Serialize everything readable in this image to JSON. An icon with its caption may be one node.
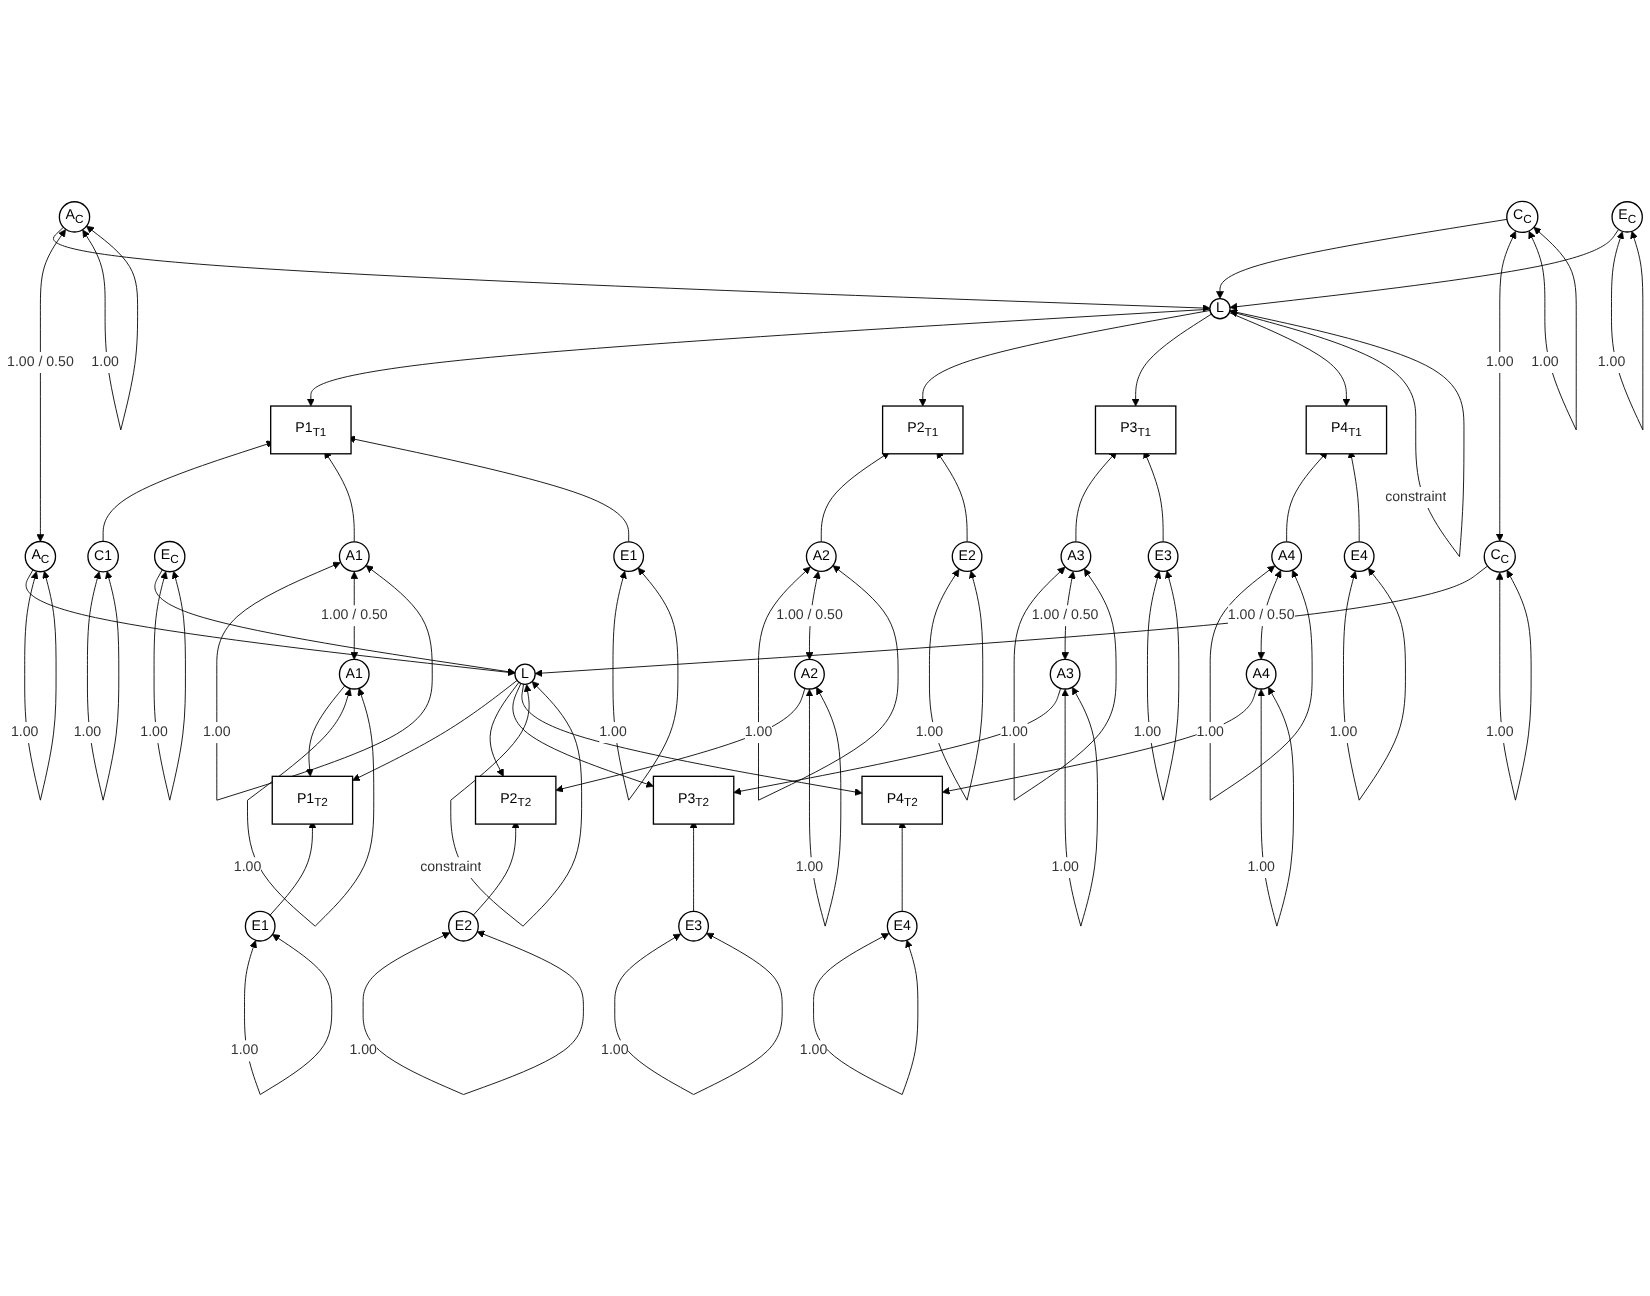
{
  "diagram": {
    "nodes": [
      {
        "text": [
          "A$_{C}$"
        ]
      },
      {
        "text": [
          "C$_{C}$"
        ]
      },
      {
        "text": [
          "E$_{C}$"
        ]
      },
      {
        "text": [
          "A$_{C}$"
        ]
      },
      {
        "text": [
          "C$_{C}$"
        ]
      },
      {
        "text": [
          "E$_{C}$"
        ]
      },
      {
        "text": [
          "L"
        ]
      },
      {
        "text": [
          "L"
        ]
      },
      {
        "text": [
          "P1$_{T1}$"
        ]
      },
      {
        "text": [
          "P2$_{T1}$"
        ]
      },
      {
        "text": [
          "P3$_{T1}$"
        ]
      },
      {
        "text": [
          "P4$_{T1}$"
        ]
      },
      {
        "text": [
          "P1$_{T2}$"
        ]
      },
      {
        "text": [
          "P2$_{T2}$"
        ]
      },
      {
        "text": [
          "P3$_{T2}$"
        ]
      },
      {
        "text": [
          "P4$_{T2}$"
        ]
      },
      {
        "text": [
          "E1"
        ]
      },
      {
        "text": [
          "E2"
        ]
      },
      {
        "text": [
          "E3"
        ]
      },
      {
        "text": [
          "E4"
        ]
      },
      {
        "text": [
          "E1"
        ]
      },
      {
        "text": [
          "E2"
        ]
      },
      {
        "text": [
          "E3"
        ]
      },
      {
        "text": [
          "E4"
        ]
      },
      {
        "text": [
          "C1"
        ]
      },
      {
        "text": [
          "A1"
        ]
      },
      {
        "text": [
          "A2"
        ]
      },
      {
        "text": [
          "A3"
        ]
      },
      {
        "text": [
          "A4"
        ]
      },
      {
        "text": [
          "A1"
        ]
      },
      {
        "text": [
          "A2"
        ]
      },
      {
        "text": [
          "A3"
        ]
      },
      {
        "text": [
          "A4"
        ]
      }
    ],
    "edges": [
      {
        "from": 0,
        "to": 6,
        "arrow": "to"
      },
      {
        "from": 1,
        "to": 6,
        "arrow": "to"
      },
      {
        "from": 2,
        "to": 6,
        "arrow": "to"
      },
      {
        "from": 3,
        "to": 7,
        "arrow": "to"
      },
      {
        "from": 4,
        "to": 7,
        "arrow": "to"
      },
      {
        "from": 5,
        "to": 7,
        "arrow": "to"
      },
      {
        "from": 6,
        "to": 8,
        "arrow": "to"
      },
      {
        "from": 6,
        "to": 9,
        "arrow": "to"
      },
      {
        "from": 6,
        "to": 10,
        "arrow": "to"
      },
      {
        "from": 6,
        "to": 11,
        "arrow": "to"
      },
      {
        "from": 7,
        "to": 12,
        "arrow": "to"
      },
      {
        "from": 7,
        "to": 13,
        "arrow": "to"
      },
      {
        "from": 7,
        "to": 14,
        "arrow": "to"
      },
      {
        "from": 7,
        "to": 15,
        "arrow": "to"
      },
      {
        "from": 24,
        "to": 8,
        "arrow": "to"
      },
      {
        "from": 25,
        "to": 8,
        "arrow": "to"
      },
      {
        "from": 16,
        "to": 8,
        "arrow": "to"
      },
      {
        "from": 26,
        "to": 9,
        "arrow": "to"
      },
      {
        "from": 17,
        "to": 9,
        "arrow": "to"
      },
      {
        "from": 27,
        "to": 10,
        "arrow": "to"
      },
      {
        "from": 18,
        "to": 10,
        "arrow": "to"
      },
      {
        "from": 28,
        "to": 11,
        "arrow": "to"
      },
      {
        "from": 19,
        "to": 11,
        "arrow": "to"
      },
      {
        "from": 29,
        "to": 12,
        "arrow": "to"
      },
      {
        "from": 20,
        "to": 12,
        "arrow": "to"
      },
      {
        "from": 30,
        "to": 13,
        "arrow": "to"
      },
      {
        "from": 21,
        "to": 13,
        "arrow": "to"
      },
      {
        "from": 31,
        "to": 14,
        "arrow": "to"
      },
      {
        "from": 22,
        "to": 14,
        "arrow": "to"
      },
      {
        "from": 32,
        "to": 15,
        "arrow": "to"
      },
      {
        "from": 23,
        "to": 15,
        "arrow": "to"
      },
      {
        "from": 0,
        "to": 3,
        "arrow": "both",
        "label": "1.00 / 0.50"
      },
      {
        "from": 1,
        "to": 4,
        "arrow": "both",
        "label": "1.00"
      },
      {
        "from": 0,
        "to": 0,
        "arrow": "both",
        "label": "1.00"
      },
      {
        "from": 1,
        "to": 1,
        "arrow": "both",
        "label": "1.00"
      },
      {
        "from": 2,
        "to": 2,
        "arrow": "both",
        "label": "1.00"
      },
      {
        "from": 3,
        "to": 3,
        "arrow": "both",
        "label": "1.00"
      },
      {
        "from": 4,
        "to": 4,
        "arrow": "both",
        "label": "1.00"
      },
      {
        "from": 5,
        "to": 5,
        "arrow": "both",
        "label": "1.00"
      },
      {
        "from": 6,
        "to": 6,
        "arrow": "both",
        "label": "constraint"
      },
      {
        "from": 7,
        "to": 7,
        "arrow": "both",
        "label": "constraint"
      },
      {
        "from": 24,
        "to": 24,
        "arrow": "both",
        "label": "1.00"
      },
      {
        "from": 16,
        "to": 16,
        "arrow": "both",
        "label": "1.00"
      },
      {
        "from": 17,
        "to": 17,
        "arrow": "both",
        "label": "1.00"
      },
      {
        "from": 18,
        "to": 18,
        "arrow": "both",
        "label": "1.00"
      },
      {
        "from": 19,
        "to": 19,
        "arrow": "both",
        "label": "1.00"
      },
      {
        "from": 20,
        "to": 20,
        "arrow": "both",
        "label": "1.00"
      },
      {
        "from": 21,
        "to": 21,
        "arrow": "both",
        "label": "1.00"
      },
      {
        "from": 22,
        "to": 22,
        "arrow": "both",
        "label": "1.00"
      },
      {
        "from": 23,
        "to": 23,
        "arrow": "both",
        "label": "1.00"
      },
      {
        "from": 25,
        "to": 25,
        "arrow": "both",
        "label": "1.00"
      },
      {
        "from": 26,
        "to": 26,
        "arrow": "both",
        "label": "1.00"
      },
      {
        "from": 27,
        "to": 27,
        "arrow": "both",
        "label": "1.00"
      },
      {
        "from": 28,
        "to": 28,
        "arrow": "both",
        "label": "1.00"
      },
      {
        "from": 29,
        "to": 29,
        "arrow": "both",
        "label": "1.00"
      },
      {
        "from": 30,
        "to": 30,
        "arrow": "both",
        "label": "1.00"
      },
      {
        "from": 31,
        "to": 31,
        "arrow": "both",
        "label": "1.00"
      },
      {
        "from": 32,
        "to": 32,
        "arrow": "both",
        "label": "1.00"
      },
      {
        "from": 25,
        "to": 29,
        "arrow": "both",
        "label": "1.00 / 0.50"
      },
      {
        "from": 26,
        "to": 30,
        "arrow": "both",
        "label": "1.00 / 0.50"
      },
      {
        "from": 27,
        "to": 31,
        "arrow": "both",
        "label": "1.00 / 0.50"
      },
      {
        "from": 28,
        "to": 32,
        "arrow": "both",
        "label": "1.00 / 0.50"
      }
    ]
  }
}
